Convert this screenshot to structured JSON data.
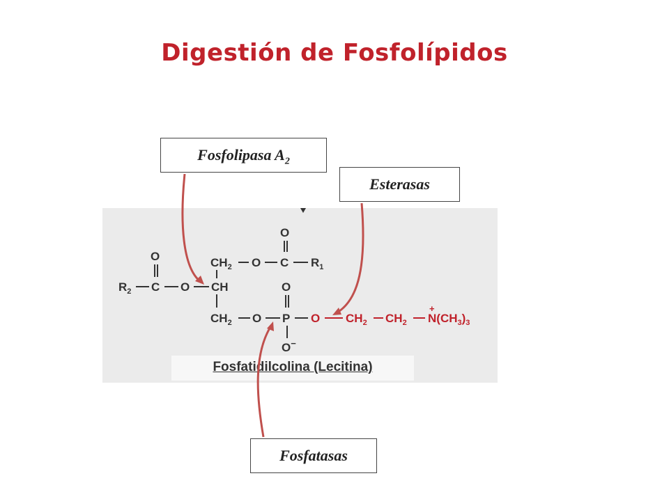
{
  "title": "Digestión de Fosfolípidos",
  "caption": "Fosfatidilcolina (Lecitina)",
  "enzymes": {
    "pla2_main": "Fosfolipasa A",
    "pla2_sub": "2",
    "esterasas": "Esterasas",
    "fosfatasas": "Fosfatasas"
  },
  "molecule": {
    "o": "O",
    "ominus": "O",
    "minus": "−",
    "c": "C",
    "ch": "CH",
    "ch2": "CH",
    "sub2": "2",
    "p": "P",
    "r": "R",
    "sub1": "1",
    "n": "N",
    "plus": "+",
    "ch3": "(CH",
    "ch3_sub": "3",
    "close": ")",
    "close_sub": "3"
  },
  "colors": {
    "title": "#c0222b",
    "arrow": "#c0504d",
    "highlight": "#c0222b"
  }
}
